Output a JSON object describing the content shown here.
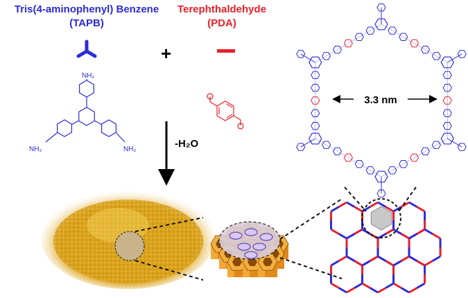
{
  "tapb": {
    "name_line1": "Tris(4-aminophenyl) Benzene",
    "name_line2": "(TAPB)",
    "nh2": "NH₂",
    "color": "#2b2bd9"
  },
  "pda": {
    "name_line1": "Terephthaldehyde",
    "name_line2": "(PDA)",
    "color": "#e8202a"
  },
  "plus": "+",
  "reaction": {
    "byproduct": "-H₂O"
  },
  "framework": {
    "pore_size": "3.3 nm"
  },
  "icons": [
    "linker-y-icon",
    "linker-bar-icon",
    "reaction-arrow-icon",
    "double-arrow-icon"
  ]
}
